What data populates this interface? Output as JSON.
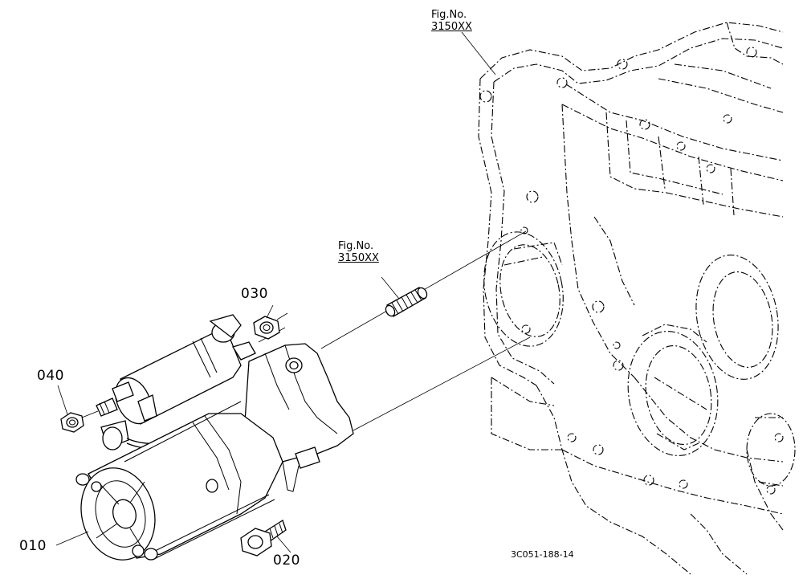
{
  "callouts": {
    "starter": "010",
    "bolt": "020",
    "nut_large": "030",
    "nut_small": "040"
  },
  "references": [
    {
      "prefix": "Fig.No.",
      "number": "3150XX"
    },
    {
      "prefix": "Fig.No.",
      "number": "3150XX"
    }
  ],
  "drawing_code": "3C051-188-14"
}
